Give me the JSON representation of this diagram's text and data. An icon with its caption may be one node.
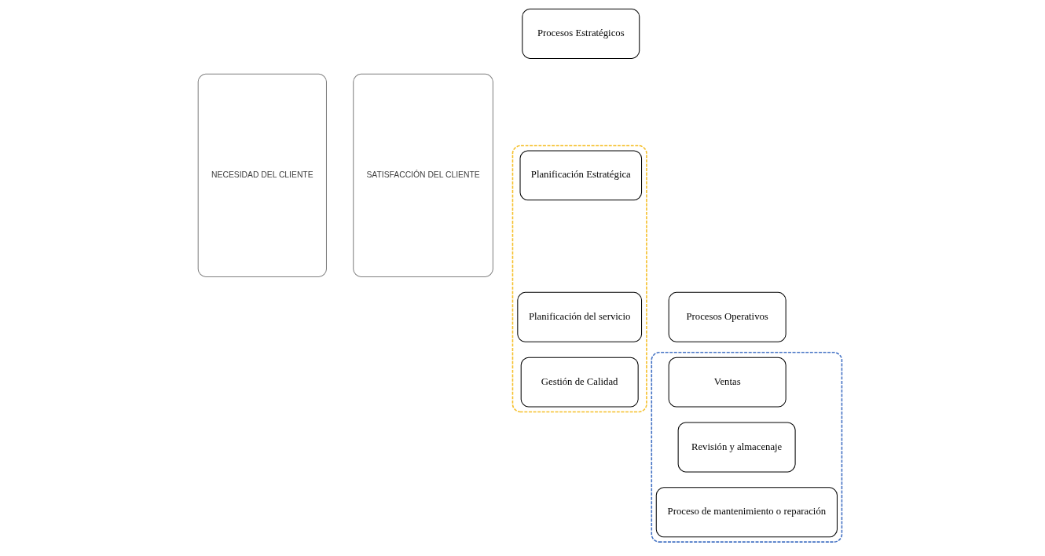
{
  "diagram": {
    "nodes": [
      {
        "text": [
          "NECESIDAD DEL CLIENTE"
        ]
      },
      {
        "text": [
          "Procesos Estratégicos"
        ]
      },
      {
        "text": [],
        "shape": "box"
      },
      {
        "text": [
          "Planificación Estratégica"
        ],
        "in": 2
      },
      {
        "text": [
          "Planificación del servicio"
        ],
        "in": 2
      },
      {
        "text": [
          "Gestión de Calidad"
        ],
        "in": 2
      },
      {
        "text": [
          "Procesos Operativos"
        ]
      },
      {
        "text": [],
        "shape": "box"
      },
      {
        "text": [
          "Ventas"
        ],
        "in": 7
      },
      {
        "text": [
          "Revisión y almacenaje"
        ],
        "in": 7
      },
      {
        "text": [
          "Proceso de mantenimiento o reparación"
        ],
        "in": 7
      },
      {
        "text": [
          "SATISFACCIÓN DEL CLIENTE"
        ]
      }
    ],
    "edges": []
  }
}
